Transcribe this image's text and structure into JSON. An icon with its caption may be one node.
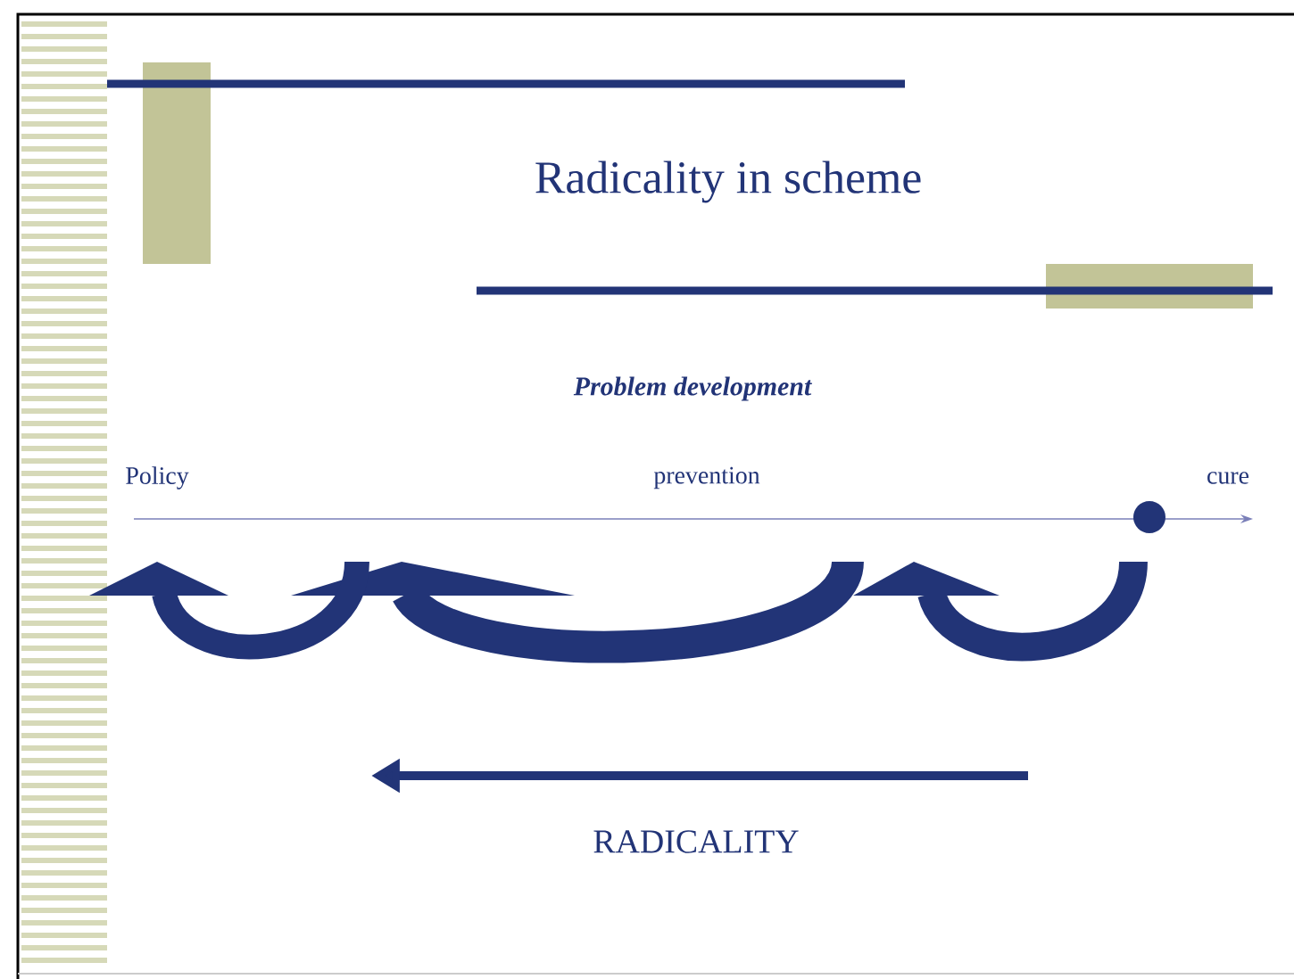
{
  "diagram": {
    "title": "Radicality in scheme",
    "labels": [
      "Problem development",
      "Policy",
      "prevention",
      "cure",
      "RADICALITY"
    ]
  }
}
